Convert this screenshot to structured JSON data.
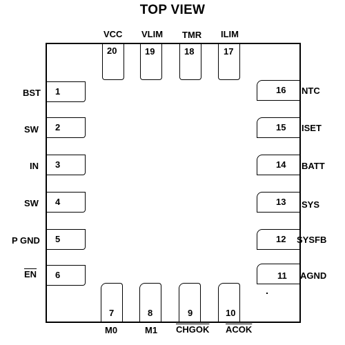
{
  "title": "TOP VIEW",
  "pins": {
    "p1": {
      "num": "1",
      "name": "BST"
    },
    "p2": {
      "num": "2",
      "name": "SW"
    },
    "p3": {
      "num": "3",
      "name": "IN"
    },
    "p4": {
      "num": "4",
      "name": "SW"
    },
    "p5": {
      "num": "5",
      "name": "P GND"
    },
    "p6": {
      "num": "6",
      "name": "EN"
    },
    "p7": {
      "num": "7",
      "name": "M0"
    },
    "p8": {
      "num": "8",
      "name": "M1"
    },
    "p9": {
      "num": "9",
      "name": "CHGOK"
    },
    "p10": {
      "num": "10",
      "name": "ACOK"
    },
    "p11": {
      "num": "11",
      "name": "AGND"
    },
    "p12": {
      "num": "12",
      "name": "SYSFB"
    },
    "p13": {
      "num": "13",
      "name": "SYS"
    },
    "p14": {
      "num": "14",
      "name": "BATT"
    },
    "p15": {
      "num": "15",
      "name": "ISET"
    },
    "p16": {
      "num": "16",
      "name": "NTC"
    },
    "p17": {
      "num": "17",
      "name": "ILIM"
    },
    "p18": {
      "num": "18",
      "name": "TMR"
    },
    "p19": {
      "num": "19",
      "name": "VLIM"
    },
    "p20": {
      "num": "20",
      "name": "VCC"
    }
  }
}
